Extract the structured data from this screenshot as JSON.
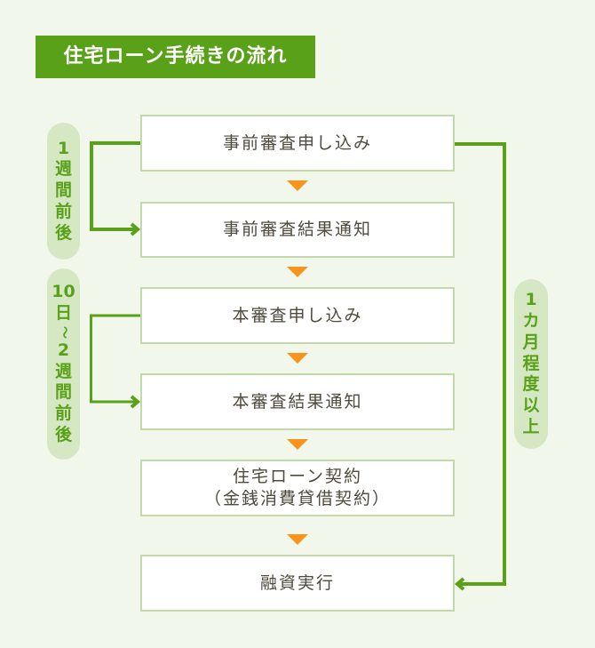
{
  "title": "住宅ローン手続きの流れ",
  "steps": [
    {
      "lines": [
        "事前審査申し込み"
      ]
    },
    {
      "lines": [
        "事前審査結果通知"
      ]
    },
    {
      "lines": [
        "本審査申し込み"
      ]
    },
    {
      "lines": [
        "本審査結果通知"
      ]
    },
    {
      "lines": [
        "住宅ローン契約",
        "（金銭消費貸借契約）"
      ]
    },
    {
      "lines": [
        "融資実行"
      ]
    }
  ],
  "durations": {
    "pre_review": [
      "1",
      "週",
      "間",
      "前",
      "後"
    ],
    "main_review": [
      "10",
      "日",
      "〜",
      "2",
      "週",
      "間",
      "前",
      "後"
    ],
    "total": [
      "1",
      "カ",
      "月",
      "程",
      "度",
      "以",
      "上"
    ]
  },
  "colors": {
    "accent_green": "#5aa11a",
    "pill_fill": "#d5e8c3",
    "arrow_orange": "#f7941d",
    "box_border": "#c2d9a9",
    "background": "#f2f7ec",
    "text": "#4f4a3e"
  }
}
